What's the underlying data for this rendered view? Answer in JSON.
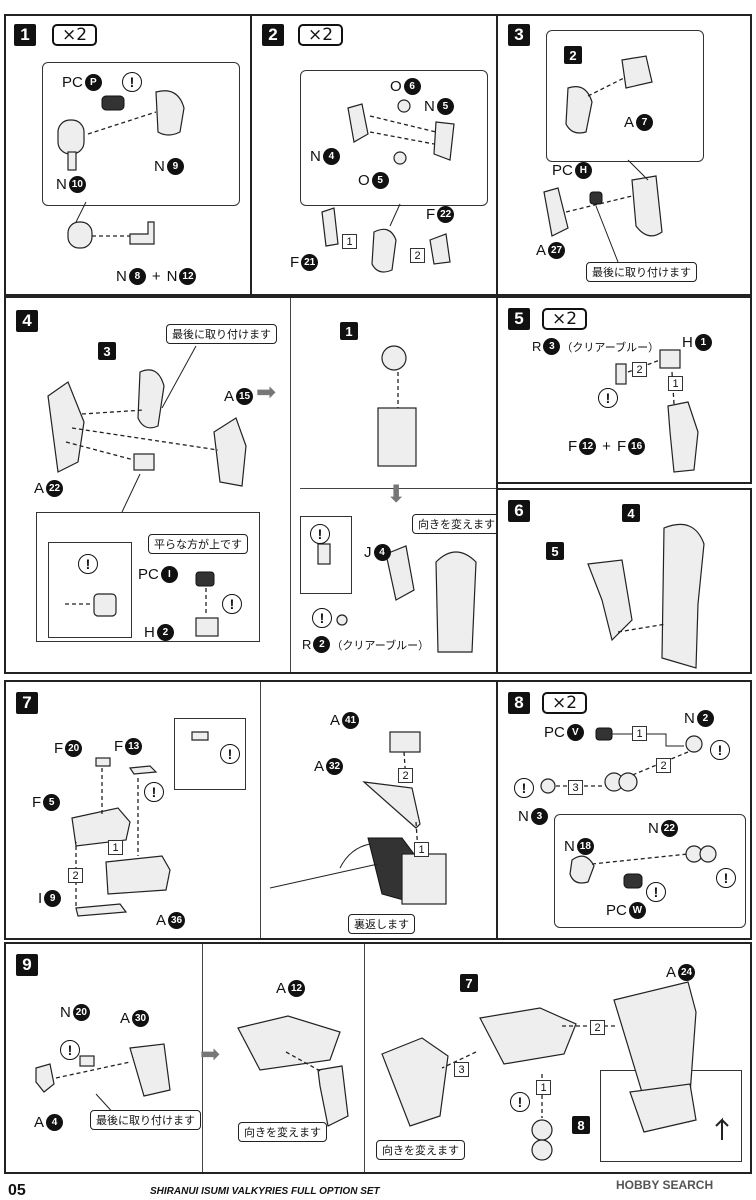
{
  "steps": {
    "s1": {
      "num": "1",
      "mult": "×2",
      "labels": {
        "pc": "PC",
        "pc_part": "P",
        "n_top": "N",
        "n_top_part": "10",
        "n_right": "N",
        "n_right_part": "9",
        "n_a": "N",
        "n_a_part": "8",
        "plus": "+",
        "n_b": "N",
        "n_b_part": "12"
      }
    },
    "s2": {
      "num": "2",
      "mult": "×2",
      "labels": {
        "o6": "O",
        "o6p": "6",
        "n5": "N",
        "n5p": "5",
        "n4": "N",
        "n4p": "4",
        "o5": "O",
        "o5p": "5",
        "f22": "F",
        "f22p": "22",
        "f21": "F",
        "f21p": "21",
        "b1": "1",
        "b2": "2"
      }
    },
    "s3": {
      "num": "3",
      "labels": {
        "sub2": "2",
        "a7": "A",
        "a7p": "7",
        "pch": "PC",
        "pchp": "H",
        "a27": "A",
        "a27p": "27"
      },
      "note": "最後に取り付けます"
    },
    "s4": {
      "num": "4",
      "labels": {
        "sub3": "3",
        "a15": "A",
        "a15p": "15",
        "a22": "A",
        "a22p": "22",
        "pci": "PC",
        "pcip": "I",
        "h2": "H",
        "h2p": "2",
        "sub1": "1",
        "j4": "J",
        "j4p": "4",
        "r2": "R",
        "r2p": "2",
        "clear": "（クリアーブルー）"
      },
      "note_last": "最後に取り付けます",
      "note_flat": "平らな方が上です",
      "note_turn": "向きを変えます"
    },
    "s5": {
      "num": "5",
      "mult": "×2",
      "labels": {
        "r3": "R",
        "r3p": "3",
        "clear": "（クリアーブルー）",
        "h1": "H",
        "h1p": "1",
        "b1": "1",
        "b2": "2",
        "f12": "F",
        "f12p": "12",
        "plus": "+",
        "f16": "F",
        "f16p": "16"
      }
    },
    "s6": {
      "num": "6",
      "labels": {
        "sub5": "5",
        "sub4": "4"
      }
    },
    "s7": {
      "num": "7",
      "labels": {
        "f20": "F",
        "f20p": "20",
        "f13": "F",
        "f13p": "13",
        "f5": "F",
        "f5p": "5",
        "i9": "I",
        "i9p": "9",
        "a36": "A",
        "a36p": "36",
        "a41": "A",
        "a41p": "41",
        "a32": "A",
        "a32p": "32",
        "b1": "1",
        "b2": "2"
      },
      "note": "裏返します"
    },
    "s8": {
      "num": "8",
      "mult": "×2",
      "labels": {
        "pcv": "PC",
        "pcvp": "V",
        "n2": "N",
        "n2p": "2",
        "n3": "N",
        "n3p": "3",
        "n18": "N",
        "n18p": "18",
        "n22": "N",
        "n22p": "22",
        "pcw": "PC",
        "pcwp": "W",
        "b1": "1",
        "b2": "2",
        "b3": "3"
      }
    },
    "s9": {
      "num": "9",
      "labels": {
        "n20": "N",
        "n20p": "20",
        "a30": "A",
        "a30p": "30",
        "a4": "A",
        "a4p": "4",
        "a12": "A",
        "a12p": "12",
        "sub7": "7",
        "a24": "A",
        "a24p": "24",
        "sub8": "8",
        "b1": "1",
        "b2": "2",
        "b3": "3"
      },
      "note_last": "最後に取り付けます",
      "note_turn1": "向きを変えます",
      "note_turn2": "向きを変えます"
    }
  },
  "footer": {
    "page": "05",
    "title": "SHIRANUI ISUMI VALKYRIES FULL OPTION SET",
    "watermark": "HOBBY SEARCH"
  },
  "colors": {
    "ink": "#111111",
    "accent_arrow": "#777777"
  }
}
